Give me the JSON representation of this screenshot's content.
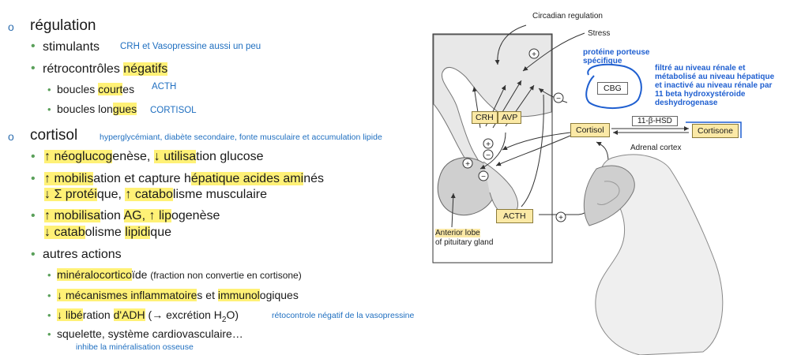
{
  "left": {
    "regulation": "régulation",
    "stimulants": "stimulants",
    "stimulants_note": "CRH et Vasopressine aussi un peu",
    "retro_a": "rétrocontrôles ",
    "retro_b": "négatifs",
    "boucles_courtes_a": "boucles ",
    "boucles_courtes_b": "court",
    "boucles_courtes_c": "es",
    "acth_note": "ACTH",
    "boucles_longues_a": "boucles lon",
    "boucles_longues_b": "gues",
    "cortisol_note": "CORTISOL",
    "cortisol": "cortisol",
    "cortisol_effects_note": "hyperglycémiant, diabète secondaire, fonte musculaire et accumulation lipide",
    "neo_a": "↑ néoglucog",
    "neo_b": "enèse, ",
    "neo_c": "↓ utilisa",
    "neo_d": "tion glucose",
    "mob_a": "↑ mobilis",
    "mob_b": "ation et capture h",
    "mob_c": "épatique acides ami",
    "mob_d": "nés",
    "prot_a": "↓ Σ protéi",
    "prot_b": "que, ",
    "prot_c": "↑ catabo",
    "prot_d": "lisme musculaire",
    "ag_a": "↑ mobilisa",
    "ag_b": "tion ",
    "ag_c": "AG, ↑ lip",
    "ag_d": "ogenèse",
    "cata_a": "↓ catab",
    "cata_b": "olisme ",
    "cata_c": "lipidi",
    "cata_d": "que",
    "autres": "autres actions",
    "mineral_a": "minéralocortico",
    "mineral_b": "ïde ",
    "mineral_c": "(fraction non convertie en cortisone)",
    "meca_a": "↓ mécanismes inf",
    "meca_b": "lammatoire",
    "meca_c": "s et ",
    "meca_d": "immunol",
    "meca_e": "ogiques",
    "adh_a": "↓ libé",
    "adh_b": "ration ",
    "adh_c": "d'ADH",
    "adh_d": " (→ excrétion H",
    "adh_sub": "2",
    "adh_e": "O)",
    "adh_note": "rétocontrole négatif de la vasopressine",
    "squelette": "squelette, système cardiovasculaire…",
    "squelette_note": "inhibe la minéralisation osseuse"
  },
  "diagram": {
    "circadian": "Circadian regulation",
    "stress": "Stress",
    "crh": "CRH",
    "avp": "AVP",
    "cbg": "CBG",
    "cortisol": "Cortisol",
    "hsd": "11-β-HSD",
    "cortisone": "Cortisone",
    "adrenal": "Adrenal cortex",
    "acth": "ACTH",
    "anterior_1": "Anterior lobe",
    "anterior_2": "of pituitary gland",
    "note_cbg_1": "protéine porteuse",
    "note_cbg_2": "spécifique",
    "note_hsd_1": "filtré au niveau rénale et",
    "note_hsd_2": "métabolisé au niveau hépatique",
    "note_hsd_3": "et inactivé au niveau rénale par",
    "note_hsd_4": "11 beta hydroxystéroide",
    "note_hsd_5": "deshydrogenase",
    "plus": "+",
    "minus": "−"
  },
  "colors": {
    "highlight": "#fff176",
    "note": "#1f6fc0",
    "box_fill": "#fbe9a6"
  }
}
